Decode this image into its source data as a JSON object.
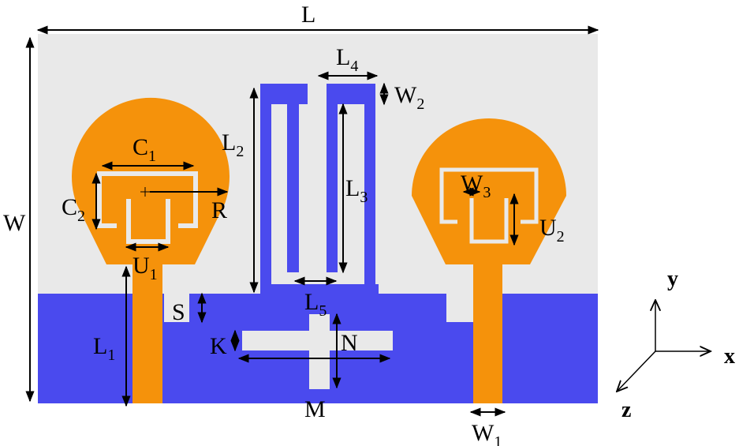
{
  "colors": {
    "substrate": "#e9e9e9",
    "ground": "#4a4aee",
    "patch": "#f5920b",
    "slot": "#e9e9e9",
    "ink": "#000000"
  },
  "labels": {
    "L": {
      "main": "L"
    },
    "W": {
      "main": "W"
    },
    "L1": {
      "main": "L",
      "sub": "1"
    },
    "L2": {
      "main": "L",
      "sub": "2"
    },
    "L3": {
      "main": "L",
      "sub": "3"
    },
    "L4": {
      "main": "L",
      "sub": "4"
    },
    "L5": {
      "main": "L",
      "sub": "5"
    },
    "W1": {
      "main": "W",
      "sub": "1"
    },
    "W2": {
      "main": "W",
      "sub": "2"
    },
    "W3": {
      "main": "W",
      "sub": "3"
    },
    "C1": {
      "main": "C",
      "sub": "1"
    },
    "C2": {
      "main": "C",
      "sub": "2"
    },
    "U1": {
      "main": "U",
      "sub": "1"
    },
    "U2": {
      "main": "U",
      "sub": "2"
    },
    "R": {
      "main": "R"
    },
    "S": {
      "main": "S"
    },
    "K": {
      "main": "K"
    },
    "N": {
      "main": "N"
    },
    "M": {
      "main": "M"
    }
  },
  "axes": {
    "x": "x",
    "y": "y",
    "z": "z"
  }
}
